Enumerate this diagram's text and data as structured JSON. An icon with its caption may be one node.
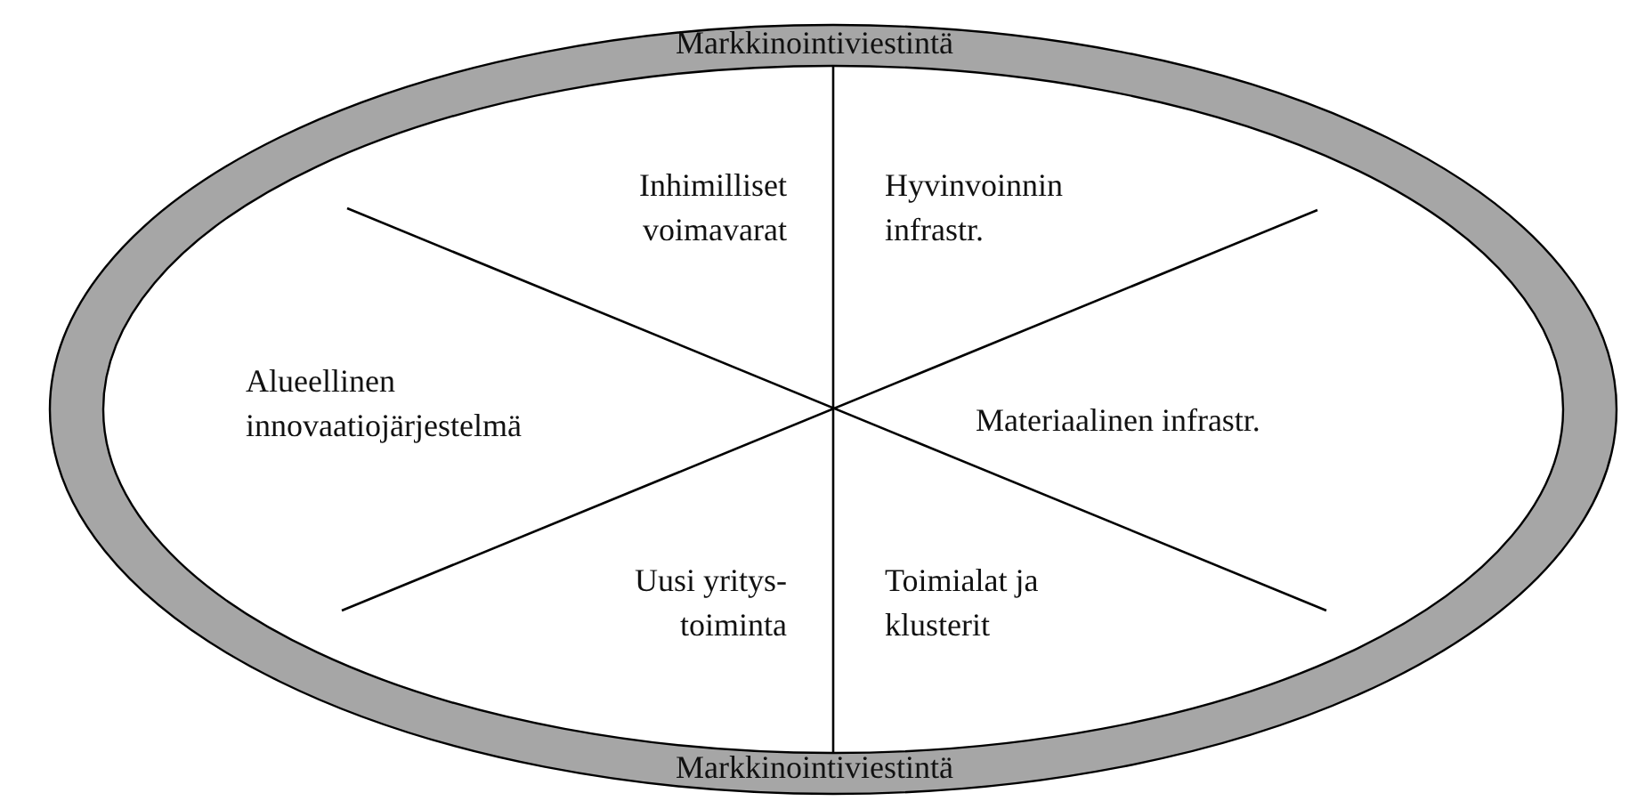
{
  "diagram": {
    "nodes": [
      {
        "text": [
          "Markkinointiviestintä",
          "Markkinointiviestintä"
        ]
      },
      {
        "text": [
          "Inhimilliset voimavarat"
        ],
        "in": 0
      },
      {
        "text": [
          "Hyvinvoinnin infrastr."
        ],
        "in": 0
      },
      {
        "text": [
          "Alueellinen innovaatiojärjestelmä"
        ],
        "in": 0
      },
      {
        "text": [
          "Materiaalinen infrastr."
        ],
        "in": 0
      },
      {
        "text": [
          "Uusi yritys-toiminta"
        ],
        "in": 0
      },
      {
        "text": [
          "Toimialat ja klusterit"
        ],
        "in": 0
      }
    ]
  }
}
